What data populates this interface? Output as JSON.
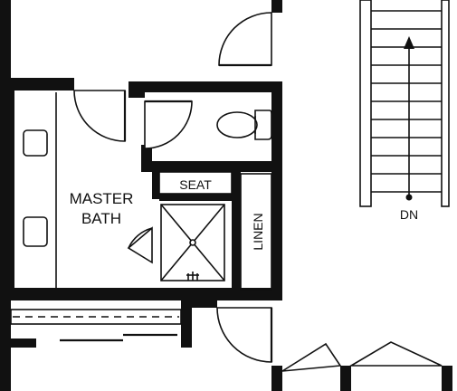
{
  "labels": {
    "master_bath_line1": "MASTER",
    "master_bath_line2": "BATH",
    "seat": "SEAT",
    "linen": "LINEN",
    "stair_direction": "DN"
  }
}
